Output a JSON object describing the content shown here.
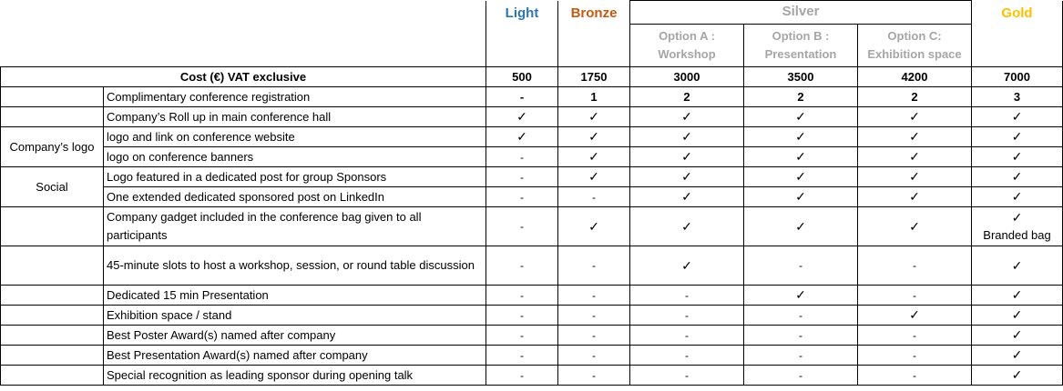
{
  "colors": {
    "light": "#2e75b6",
    "bronze": "#c55a11",
    "silver": "#a6a6a6",
    "gold": "#ffc000"
  },
  "tiers": {
    "light": "Light",
    "bronze": "Bronze",
    "silver": "Silver",
    "gold": "Gold",
    "options": [
      {
        "l1": "Option A :",
        "l2": "Workshop"
      },
      {
        "l1": "Option B :",
        "l2": "Presentation"
      },
      {
        "l1": "Option C:",
        "l2": "Exhibition space"
      }
    ]
  },
  "cost": {
    "label": "Cost (€) VAT exclusive",
    "values": [
      "500",
      "1750",
      "3000",
      "3500",
      "4200",
      "7000"
    ]
  },
  "groups": {
    "logo": "Company’s logo",
    "social": "Social"
  },
  "rows": [
    {
      "label": "Complimentary conference registration",
      "cells": [
        "-",
        "1",
        "2",
        "2",
        "2",
        "3"
      ]
    },
    {
      "label": "Company’s Roll up in main conference hall",
      "cells": [
        "✓",
        "✓",
        "✓",
        "✓",
        "✓",
        "✓"
      ]
    },
    {
      "label": "logo and link on conference website",
      "cells": [
        "✓",
        "✓",
        "✓",
        "✓",
        "✓",
        "✓"
      ]
    },
    {
      "label": "logo on conference banners",
      "cells": [
        "-",
        "✓",
        "✓",
        "✓",
        "✓",
        "✓"
      ]
    },
    {
      "label": "Logo featured in a dedicated post for group Sponsors",
      "cells": [
        "-",
        "✓",
        "✓",
        "✓",
        "✓",
        "✓"
      ]
    },
    {
      "label": "One extended dedicated sponsored post on LinkedIn",
      "cells": [
        "-",
        "-",
        "✓",
        "✓",
        "✓",
        "✓"
      ]
    },
    {
      "label": "Company gadget included in the conference bag given to all participants",
      "cells": [
        "-",
        "✓",
        "✓",
        "✓",
        "✓",
        "✓"
      ],
      "note": "Branded bag"
    },
    {
      "label": "45-minute slots to host a workshop, session, or round table discussion",
      "cells": [
        "-",
        "-",
        "✓",
        "-",
        "-",
        "✓"
      ]
    },
    {
      "label": "Dedicated 15 min Presentation",
      "cells": [
        "-",
        "-",
        "-",
        "✓",
        "-",
        "✓"
      ]
    },
    {
      "label": "Exhibition space / stand",
      "cells": [
        "-",
        "-",
        "-",
        "-",
        "✓",
        "✓"
      ]
    },
    {
      "label": "Best Poster Award(s) named after company",
      "cells": [
        "-",
        "-",
        "-",
        "-",
        "-",
        "✓"
      ]
    },
    {
      "label": "Best Presentation Award(s) named after company",
      "cells": [
        "-",
        "-",
        "-",
        "-",
        "-",
        "✓"
      ]
    },
    {
      "label": "Special recognition as leading sponsor during opening talk",
      "cells": [
        "-",
        "-",
        "-",
        "-",
        "-",
        "✓"
      ]
    }
  ]
}
